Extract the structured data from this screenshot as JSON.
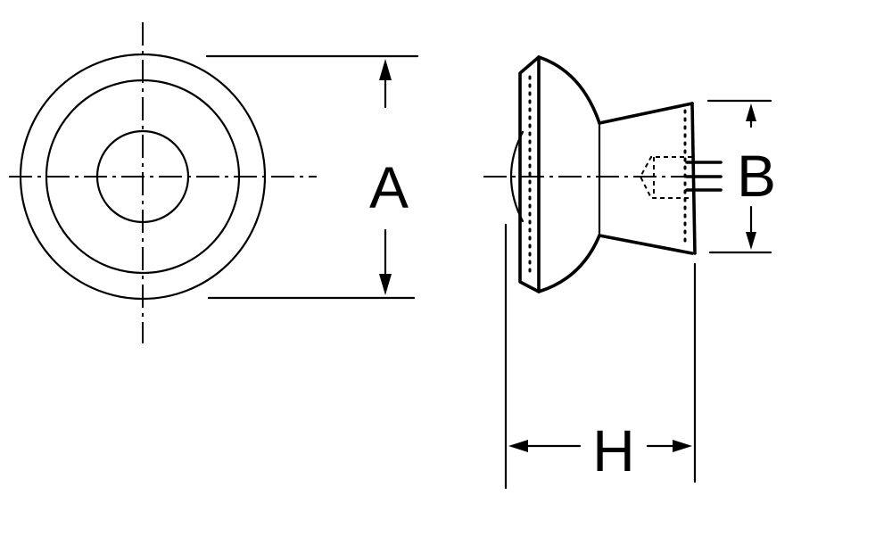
{
  "drawing": {
    "labels": {
      "diameter": "A",
      "stem": "B",
      "height": "H"
    }
  }
}
